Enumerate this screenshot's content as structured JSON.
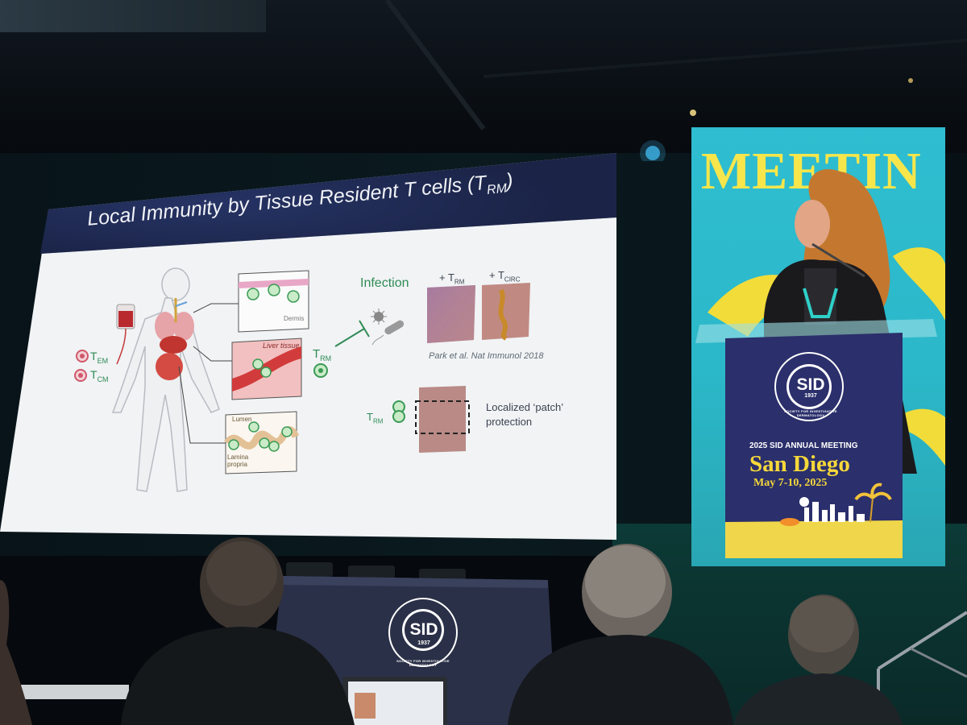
{
  "slide": {
    "title_main": "Local Immunity by Tissue Resident T cells (T",
    "title_sub": "RM",
    "title_end": ")",
    "t_em": "T",
    "t_em_sub": "EM",
    "t_cm": "T",
    "t_cm_sub": "CM",
    "trm_left": "T",
    "trm_left_sub": "RM",
    "dermis": "Dermis",
    "liver": "Liver tissue",
    "lumen": "Lumen",
    "lamina": "Lamina propria",
    "infection": "Infection",
    "plus_trm": "+ T",
    "plus_trm_sub": "RM",
    "plus_tcirc": "+ T",
    "plus_tcirc_sub": "CIRC",
    "citation": "Park et al. Nat Immunol 2018",
    "trm_bottom": "T",
    "trm_bottom_sub": "RM",
    "patch_line1": "Localized ‘patch’",
    "patch_line2": "protection"
  },
  "video": {
    "banner": "MEETIN",
    "podium_logo": "SID",
    "podium_year": "1937",
    "podium_ring": "SOCIETY FOR INVESTIGATIVE DERMATOLOGY",
    "meeting_line": "2025 SID ANNUAL MEETING",
    "city": "San Diego",
    "dates": "May 7-10, 2025"
  },
  "front_podium": {
    "logo": "SID",
    "year": "1937",
    "ring": "SOCIETY FOR INVESTIGATIVE DERMATOLOGY"
  },
  "colors": {
    "slide_title_bar": "#1b2447",
    "slide_body": "#f1f3f5",
    "trm_green": "#2f8b55",
    "podium_navy": "#2b2f6b",
    "screen_teal": "#2fbdd1",
    "meeting_yellow": "#f6e64b"
  }
}
